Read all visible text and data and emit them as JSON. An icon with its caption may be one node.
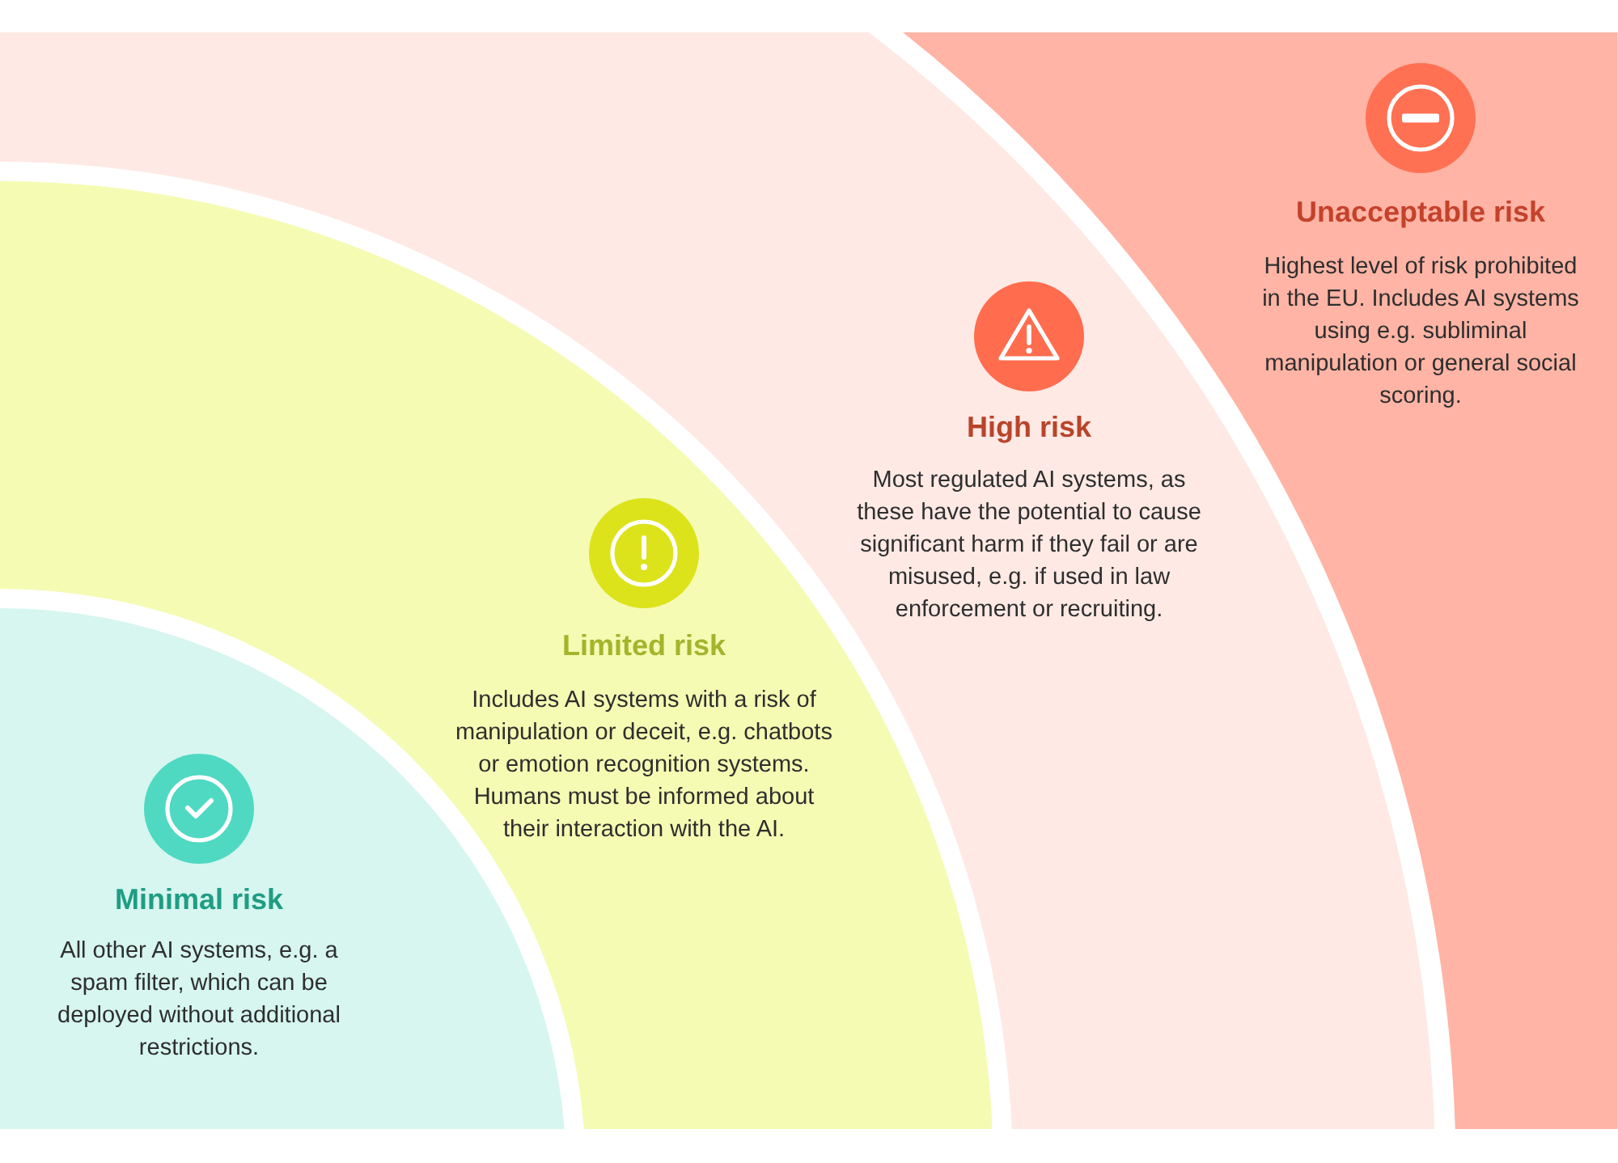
{
  "diagram": {
    "nodes": [
      {
        "text": [
          "Unacceptable risk",
          "Highest level of risk prohibited in the EU. Includes AI systems using e.g. subliminal manipulation or general social scoring."
        ]
      },
      {
        "text": [
          "High risk",
          "Most regulated AI systems, as these have the potential to cause significant harm if they fail or are misused, e.g. if used in law enforcement or recruiting."
        ]
      },
      {
        "text": [
          "Limited risk",
          "Includes AI systems with a risk of manipulation or deceit, e.g. chatbots or emotion recognition systems. Humans must be informed about their interaction with the AI."
        ]
      },
      {
        "text": [
          "Minimal risk",
          "All other AI systems, e.g. a spam filter, which can be deployed without additional restrictions."
        ]
      }
    ]
  }
}
